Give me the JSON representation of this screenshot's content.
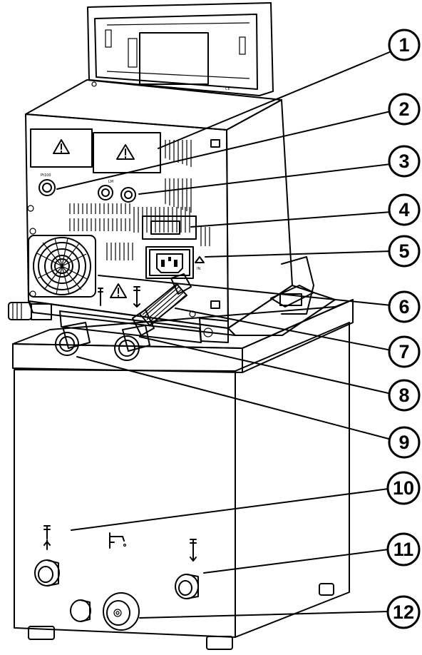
{
  "figure": {
    "callouts": [
      {
        "num": "1"
      },
      {
        "num": "2"
      },
      {
        "num": "3"
      },
      {
        "num": "4"
      },
      {
        "num": "5"
      },
      {
        "num": "6"
      },
      {
        "num": "7"
      },
      {
        "num": "8"
      },
      {
        "num": "9"
      },
      {
        "num": "10"
      },
      {
        "num": "11"
      },
      {
        "num": "12"
      }
    ],
    "device_labels": {
      "pt100": "Pt100",
      "lmux": "LM",
      "mains_voltage": "IN",
      "ce_mark": "CE"
    },
    "icons": [
      "warning-triangle-icon",
      "inlet-arrow-icon",
      "outlet-arrow-icon",
      "drain-tap-icon",
      "fan-icon",
      "power-socket-icon"
    ]
  }
}
